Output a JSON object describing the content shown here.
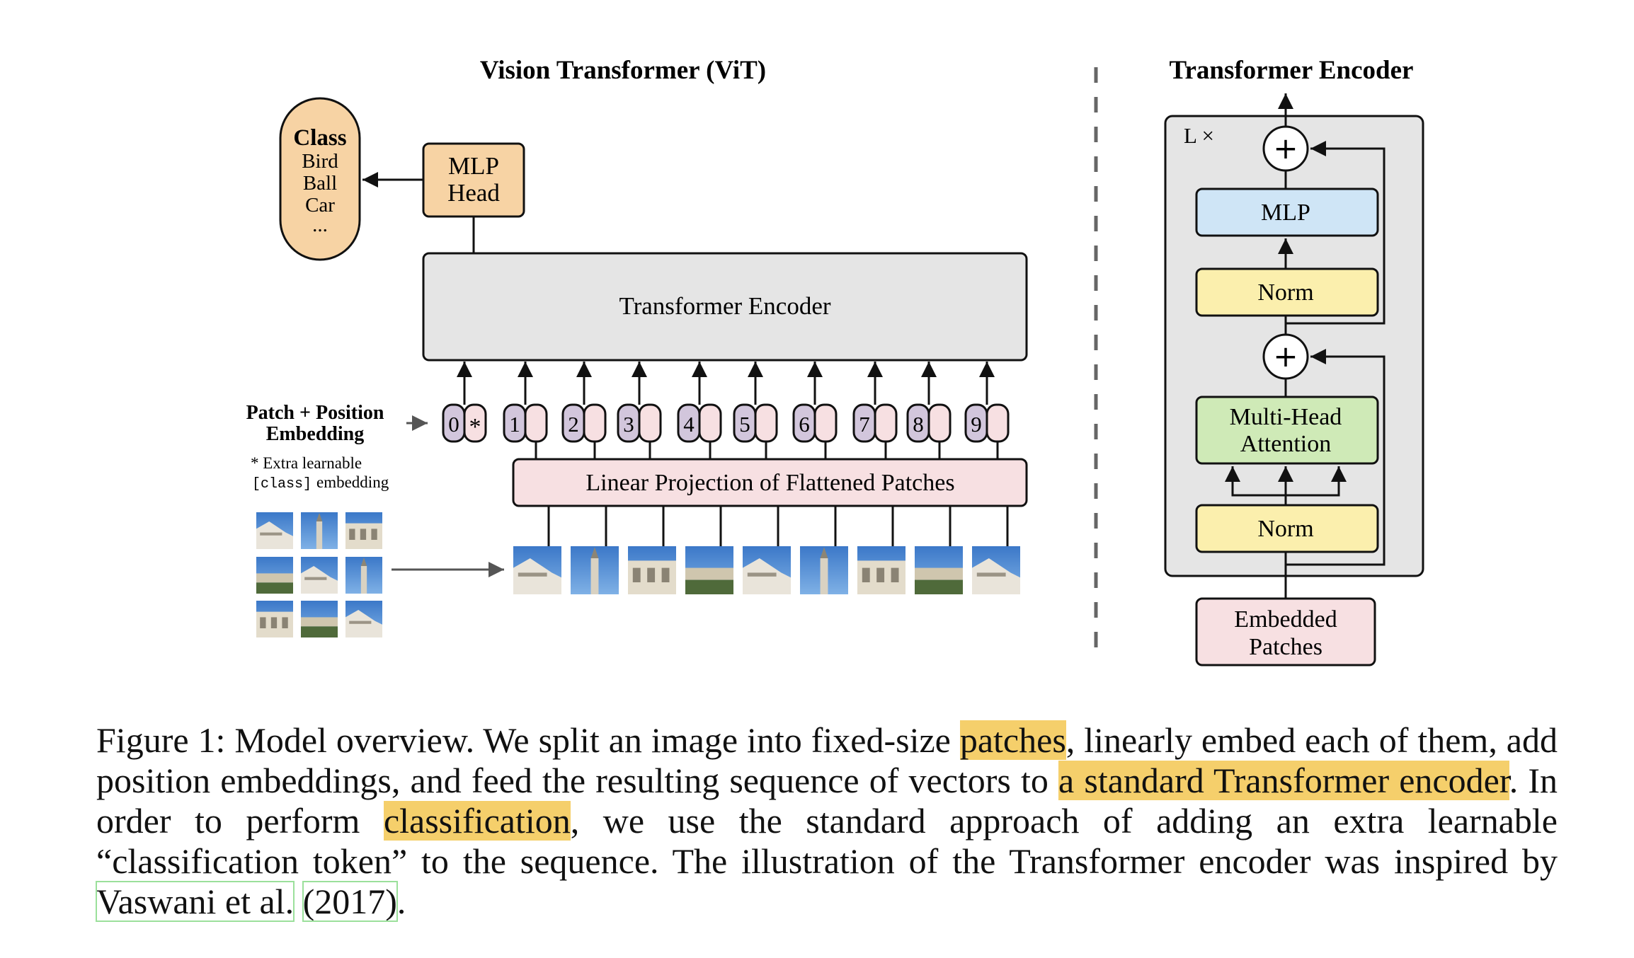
{
  "figure": {
    "vit": {
      "title": "Vision Transformer (ViT)",
      "class_box": {
        "heading": "Class",
        "items": [
          "Bird",
          "Ball",
          "Car",
          "..."
        ]
      },
      "mlp_head": [
        "MLP",
        "Head"
      ],
      "encoder_label": "Transformer Encoder",
      "embedding_label": [
        "Patch + Position",
        "Embedding"
      ],
      "extra_note": [
        "* Extra learnable",
        "[class]",
        "embedding"
      ],
      "projection_label": "Linear Projection of Flattened Patches",
      "tokens": [
        "0",
        "1",
        "2",
        "3",
        "4",
        "5",
        "6",
        "7",
        "8",
        "9"
      ],
      "class_token_mark": "*"
    },
    "encoder_detail": {
      "title": "Transformer Encoder",
      "repeat": "L ×",
      "mlp": "MLP",
      "norm_top": "Norm",
      "attention": [
        "Multi-Head",
        "Attention"
      ],
      "norm_bottom": "Norm",
      "input": [
        "Embedded",
        "Patches"
      ],
      "add_symbol": "+"
    },
    "colors": {
      "orange": "#f7d3a4",
      "gray": "#e5e5e5",
      "pink": "#f7e0e2",
      "purple": "#d2c6dc",
      "blue": "#cfe5f6",
      "yellow": "#fbefad",
      "green": "#cfeab7"
    }
  },
  "caption": {
    "p1": "Figure 1: Model overview. We split an image into fixed-size ",
    "h1": "patches",
    "p2": ", linearly embed each of them, add position embeddings, and feed the resulting sequence of vectors to ",
    "h2": "a standard Transformer encoder",
    "p3": ". In order to perform ",
    "h3": "classification",
    "p4": ", we use the standard approach of adding an extra learnable “classification token” to the sequence. The illustration of the Transformer encoder was inspired by ",
    "cite1": "Vaswani et al.",
    "p5": " ",
    "cite2": "(2017)",
    "p6": "."
  }
}
